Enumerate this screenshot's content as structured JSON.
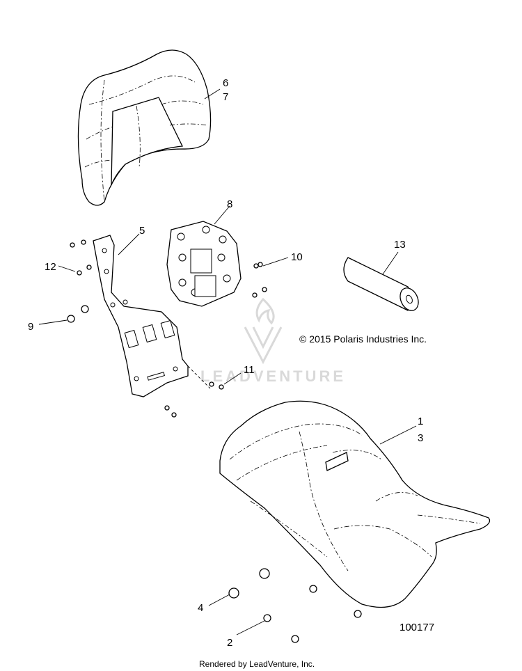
{
  "callouts": [
    "1",
    "2",
    "3",
    "4",
    "5",
    "6",
    "7",
    "8",
    "9",
    "10",
    "11",
    "12",
    "13"
  ],
  "copyright": "© 2015 Polaris Industries Inc.",
  "watermark_text": "LEADVENTURE",
  "diagram_number": "100177",
  "footer": "Rendered by LeadVenture, Inc."
}
